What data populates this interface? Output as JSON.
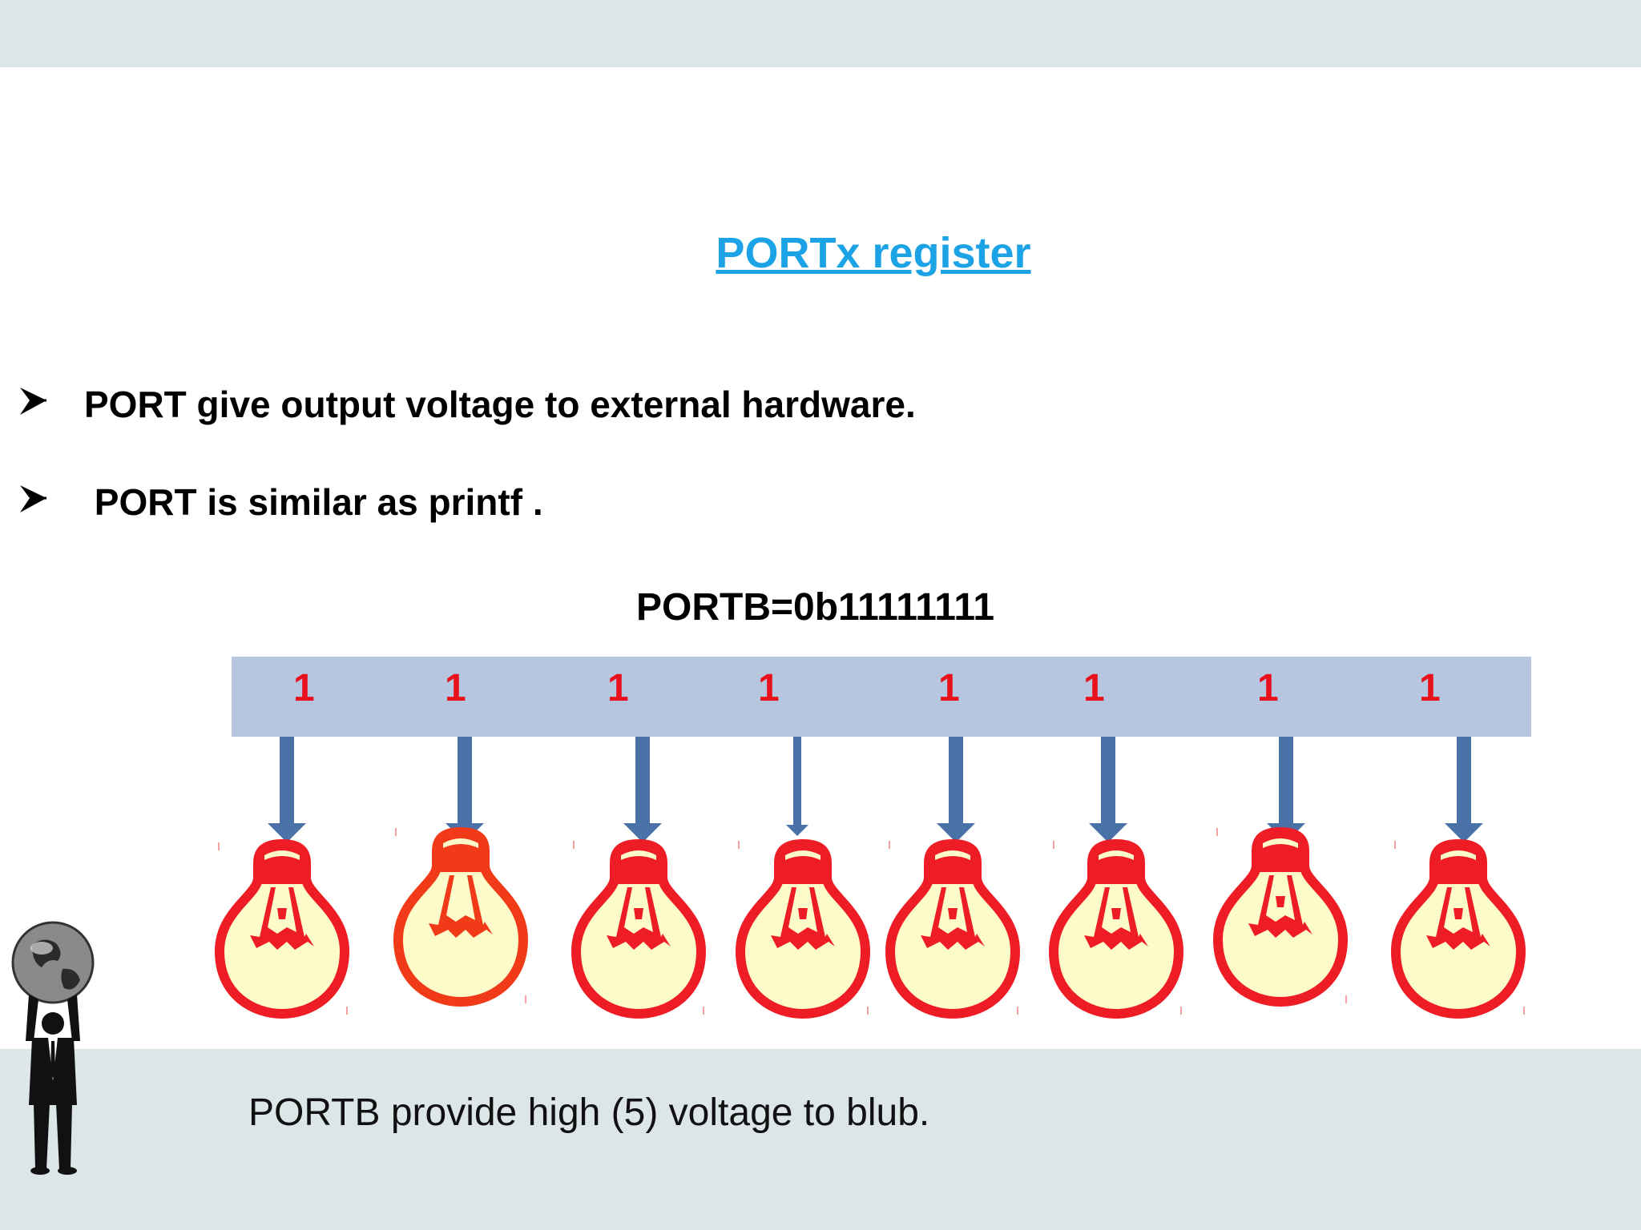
{
  "slide": {
    "title": "PORTx register",
    "bullets": [
      "PORT give output voltage to external hardware.",
      " PORT is similar as printf ."
    ],
    "code": "PORTB=0b11111111",
    "bits": [
      "1",
      "1",
      "1",
      "1",
      "1",
      "1",
      "1",
      "1"
    ],
    "caption": "PORTB provide high (5) voltage to blub."
  },
  "colors": {
    "title": "#1ca3e6",
    "band": "#dce5e8",
    "register": "#b7c6df",
    "bit": "#e8101c",
    "bulb_outline": "#ee1c24",
    "bulb_fill": "#fdfbc9",
    "arrow": "#4a72a8"
  },
  "icons": [
    "bullet-arrow-icon",
    "bulb-icon",
    "down-arrow-icon",
    "person-holding-globe-icon"
  ]
}
